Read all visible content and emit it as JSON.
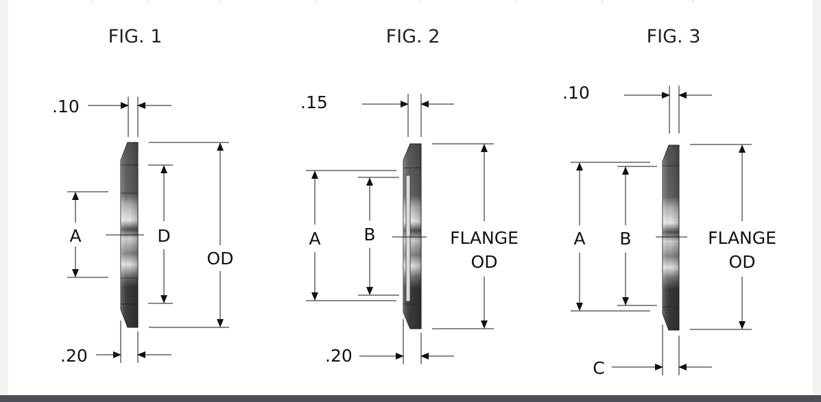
{
  "figures": [
    {
      "title": "FIG. 1",
      "top_thickness": ".10",
      "bottom_thickness": ".20",
      "labels": [
        "A",
        "D",
        "OD"
      ]
    },
    {
      "title": "FIG. 2",
      "top_thickness": ".15",
      "bottom_thickness": ".20",
      "labels": [
        "A",
        "B"
      ],
      "flange_label": [
        "FLANGE",
        "OD"
      ]
    },
    {
      "title": "FIG. 3",
      "top_thickness": ".10",
      "bottom_label": "C",
      "labels": [
        "A",
        "B"
      ],
      "flange_label": [
        "FLANGE",
        "OD"
      ]
    }
  ],
  "colors": {
    "background": "#f2f2f2",
    "canvas": "#ffffff",
    "bottom_bar": "#4a4f57",
    "part_dark": "#3a3a3a"
  }
}
